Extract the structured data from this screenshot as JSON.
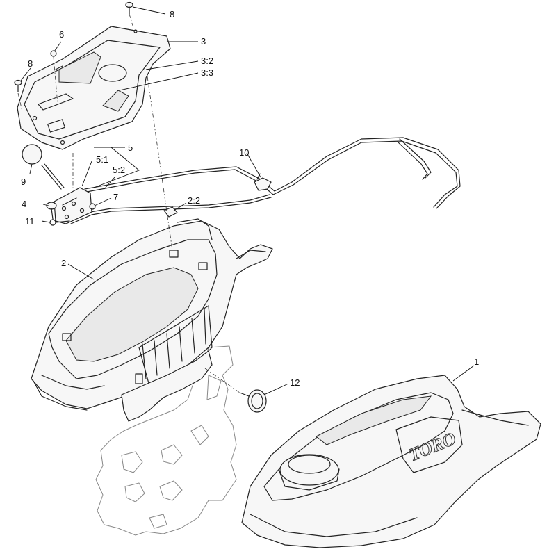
{
  "callouts": {
    "c1": "1",
    "c2": "2",
    "c2_2": "2:2",
    "c3": "3",
    "c3_2": "3:2",
    "c3_3": "3:3",
    "c4": "4",
    "c5": "5",
    "c5_1": "5:1",
    "c5_2": "5:2",
    "c6": "6",
    "c7": "7",
    "c8a": "8",
    "c8b": "8",
    "c9": "9",
    "c10": "10",
    "c11": "11",
    "c12": "12"
  },
  "brand": {
    "logo_text": "TORO"
  },
  "colors": {
    "line": "#222222",
    "ghost": "#888888",
    "background": "#ffffff"
  }
}
